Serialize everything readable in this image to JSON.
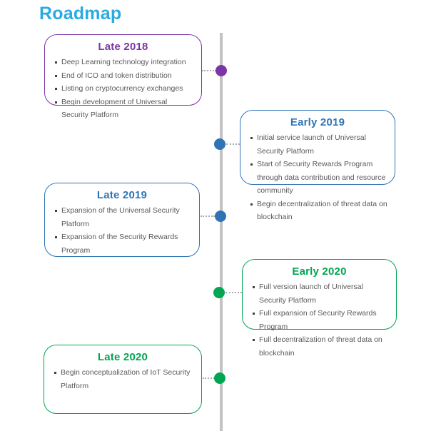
{
  "page": {
    "title": "Roadmap"
  },
  "colors": {
    "title": "#29ABE2",
    "timeline_line": "#C2C2C2",
    "connector": "#ABABAB",
    "body_text": "#595959"
  },
  "milestones": [
    {
      "id": "late-2018",
      "title": "Late 2018",
      "side": "left",
      "accent": "#7C35A8",
      "bullets": [
        "Deep Learning technology integration",
        "End of ICO and token distribution",
        "Listing on cryptocurrency exchanges",
        "Begin development of Universal Security Platform"
      ]
    },
    {
      "id": "early-2019",
      "title": "Early 2019",
      "side": "right",
      "accent": "#2E74B5",
      "bullets": [
        "Initial service launch of Universal Security Platform",
        "Start of Security Rewards Program through data contribution and resource community",
        "Begin decentralization of threat data on blockchain"
      ]
    },
    {
      "id": "late-2019",
      "title": "Late 2019",
      "side": "left",
      "accent": "#2E74B5",
      "bullets": [
        "Expansion of the Universal Security Platform",
        "Expansion of the Security Rewards Program"
      ]
    },
    {
      "id": "early-2020",
      "title": "Early 2020",
      "side": "right",
      "accent": "#00A651",
      "bullets": [
        "Full version launch of Universal Security Platform",
        "Full expansion of Security Rewards Program",
        "Full decentralization of threat data on blockchain"
      ]
    },
    {
      "id": "late-2020",
      "title": "Late 2020",
      "side": "left",
      "accent": "#00A651",
      "bullets": [
        "Begin conceptualization of IoT Security Platform"
      ]
    }
  ]
}
